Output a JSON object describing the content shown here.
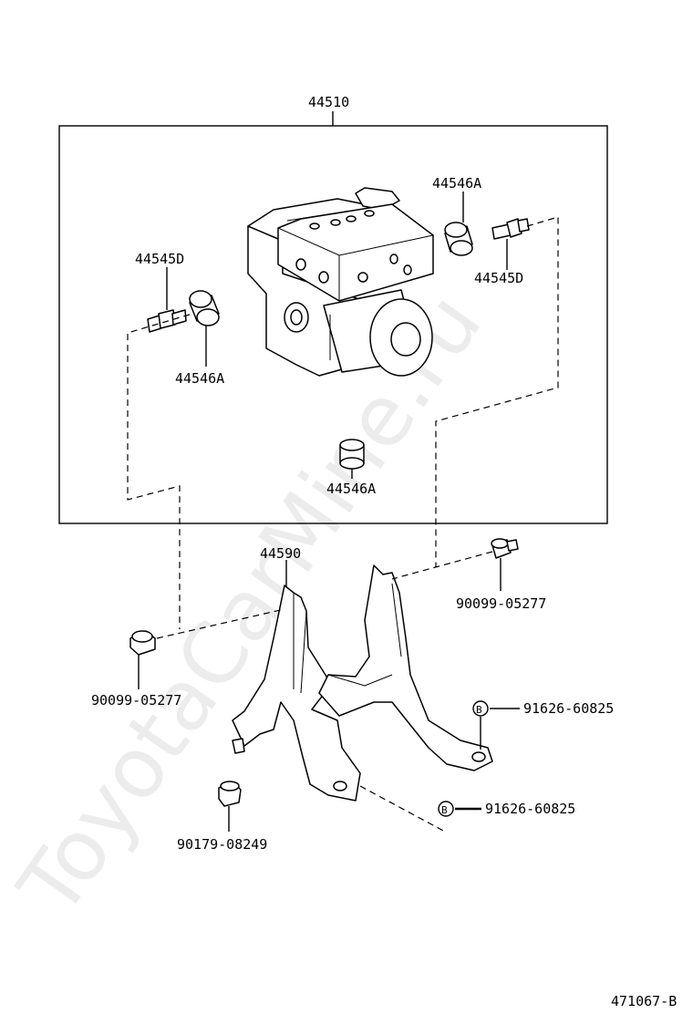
{
  "labels": {
    "assembly": "44510",
    "cushion_top": "44546A",
    "bolt_right": "44545D",
    "bolt_left": "44545D",
    "cushion_left": "44546A",
    "cushion_bottom": "44546A",
    "bracket": "44590",
    "bolt_upper_right": "90099-05277",
    "bolt_left_lower": "90099-05277",
    "nut": "90179-08249",
    "bolt_b_upper": "91626-60825",
    "bolt_b_lower": "91626-60825"
  },
  "markers": {
    "b_upper": "B",
    "b_lower": "B"
  },
  "footer": {
    "diagram_code": "471067-B"
  },
  "watermark": {
    "text": "ToyotaCarMine.ru"
  }
}
